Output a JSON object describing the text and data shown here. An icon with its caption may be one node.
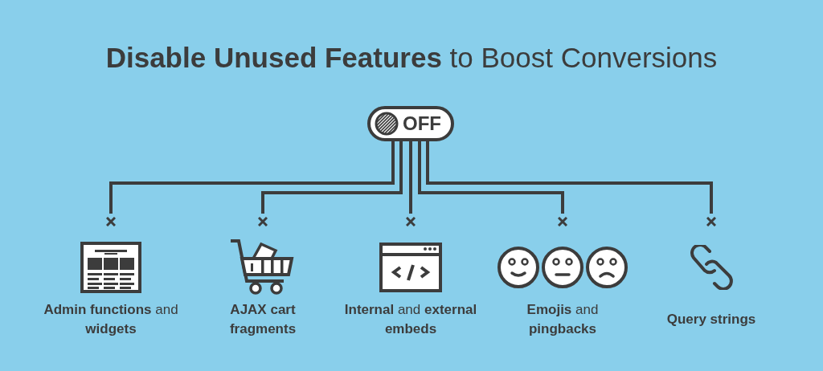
{
  "diagram": {
    "title": "**Disable Unused Features** to Boost Conversions",
    "nodes": [
      {
        "text": [
          "OFF"
        ]
      },
      {
        "text": [
          "**Admin functions** and **widgets**"
        ]
      },
      {
        "text": [
          "AJAX cart fragments"
        ]
      },
      {
        "text": [
          "**Internal** and **external embeds**"
        ]
      },
      {
        "text": [
          "**Emojis** and **pingbacks**"
        ]
      },
      {
        "text": [
          "Query strings"
        ]
      }
    ],
    "edges": [
      {
        "from": 0,
        "to": 1,
        "arrow": "none"
      },
      {
        "from": 0,
        "to": 2,
        "arrow": "none"
      },
      {
        "from": 0,
        "to": 3,
        "arrow": "none"
      },
      {
        "from": 0,
        "to": 4,
        "arrow": "none"
      },
      {
        "from": 0,
        "to": 5,
        "arrow": "none"
      }
    ]
  }
}
